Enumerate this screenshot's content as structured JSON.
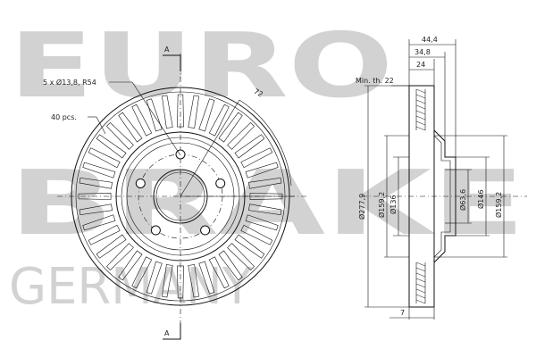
{
  "watermark": {
    "line1": "EURO",
    "line2": "BRAKE",
    "line3": "GERMANY"
  },
  "front_view": {
    "section_mark_top": "A",
    "section_mark_bottom": "A",
    "bolt_callout": "5 x Ø13,8, R54",
    "vanes_callout": "40 pcs.",
    "angle_label": "72"
  },
  "side_view": {
    "min_thickness": "Min. th. 22",
    "width_overall": "44,4",
    "width_hat": "34,8",
    "width_disc": "24",
    "offset_bottom": "7",
    "dia_outer": "Ø277,9",
    "dia_inner_ring": "Ø159,2",
    "dia_bolt_circle": "Ø136",
    "dia_center": "Ø63,6",
    "dia_hub": "Ø146",
    "dia_hat": "Ø159,2"
  }
}
